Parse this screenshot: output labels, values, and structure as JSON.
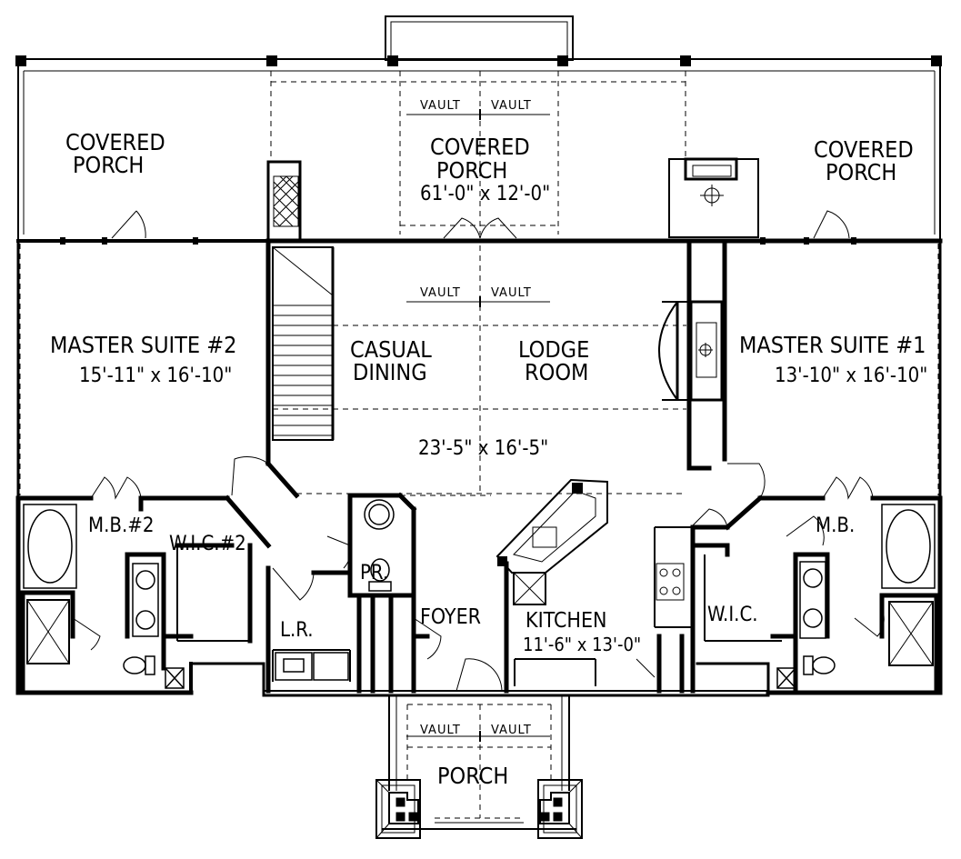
{
  "plan": {
    "rooms": {
      "covered_porch_left": {
        "line1": "COVERED",
        "line2": "PORCH"
      },
      "covered_porch_center": {
        "line1": "COVERED",
        "line2": "PORCH",
        "dims": "61'-0\" x 12'-0\""
      },
      "covered_porch_right": {
        "line1": "COVERED",
        "line2": "PORCH"
      },
      "master_suite_2": {
        "name": "MASTER SUITE #2",
        "dims": "15'-11\" x 16'-10\""
      },
      "master_suite_1": {
        "name": "MASTER SUITE #1",
        "dims": "13'-10\" x 16'-10\""
      },
      "casual_dining": {
        "line1": "CASUAL",
        "line2": "DINING"
      },
      "lodge_room": {
        "line1": "LODGE",
        "line2": "ROOM"
      },
      "great_room_dims": "23'-5\" x 16'-5\"",
      "mb2": "M.B.#2",
      "wic2": "W.I.C.#2",
      "powder": "PR.",
      "laundry": "L.R.",
      "foyer": "FOYER",
      "kitchen": {
        "name": "KITCHEN",
        "dims": "11'-6\" x 13'-0\""
      },
      "mb1": "M.B.",
      "wic1": "W.I.C.",
      "porch": "PORCH"
    },
    "vault_notes": {
      "top_left": "VAULT",
      "top_right": "VAULT",
      "mid_left": "VAULT",
      "mid_right": "VAULT",
      "bottom_left": "VAULT",
      "bottom_right": "VAULT"
    }
  }
}
